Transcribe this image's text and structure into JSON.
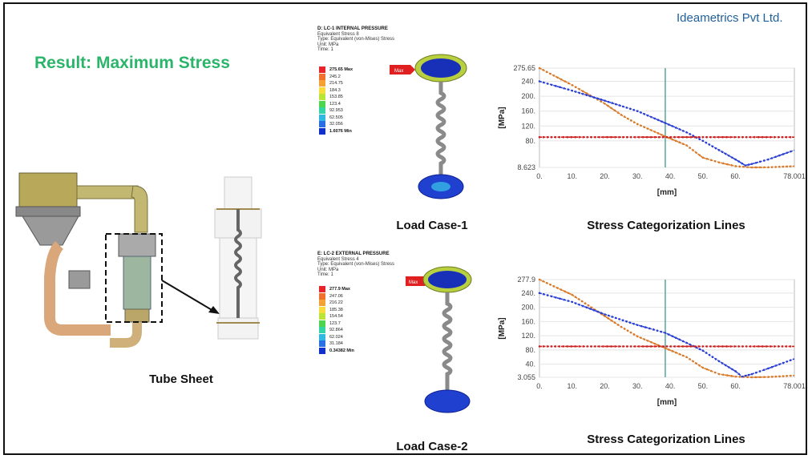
{
  "brand": "Ideametrics Pvt Ltd.",
  "title": "Result: Maximum Stress",
  "captions": {
    "tube_sheet": "Tube Sheet",
    "lc1": "Load Case-1",
    "lc2": "Load Case-2",
    "scl1": "Stress Categorization Lines",
    "scl2": "Stress Categorization Lines"
  },
  "lc1_panel": {
    "header": "D: LC-1  INTERNAL PRESSURE",
    "sub1": "Equivalent Stress 8",
    "sub2": "Type: Equivalent (von-Mises) Stress",
    "unit": "Unit: MPa",
    "time": "Time: 1",
    "max_tag": "Max",
    "legend": [
      "275.65 Max",
      "245.2",
      "214.75",
      "184.3",
      "153.85",
      "123.4",
      "92.953",
      "62.505",
      "32.056",
      "1.6076 Min"
    ]
  },
  "lc2_panel": {
    "header": "E: LC-2 EXTERNAL PRESSURE",
    "sub1": "Equivalent Stress 4",
    "sub2": "Type: Equivalent (von-Mises) Stress",
    "unit": "Unit: MPa",
    "time": "Time: 1",
    "max_tag": "Max",
    "legend": [
      "277.9 Max",
      "247.06",
      "216.22",
      "185.38",
      "154.54",
      "123.7",
      "92.864",
      "62.024",
      "31.184",
      "0.34382 Min"
    ]
  },
  "legend_colors": [
    "#e8232b",
    "#f0702e",
    "#f3a233",
    "#f7dc3b",
    "#b8e43c",
    "#4fd44f",
    "#33d4a6",
    "#2fb9e2",
    "#2a6fe3",
    "#1230cc"
  ],
  "chart_data": [
    {
      "type": "line",
      "xlabel": "[mm]",
      "ylabel": "[MPa]",
      "xlim": [
        0,
        78.001
      ],
      "ylim": [
        8.623,
        275.65
      ],
      "xticks": [
        "0.",
        "10.",
        "20.",
        "30.",
        "40.",
        "50.",
        "60.",
        "78.001"
      ],
      "xtick_values": [
        0,
        10,
        20,
        30,
        40,
        50,
        60,
        78.001
      ],
      "yticks": [
        "275.65",
        "240.",
        "200.",
        "160.",
        "120.",
        "80.",
        "8.623"
      ],
      "ytick_values": [
        275.65,
        240,
        200,
        160,
        120,
        80,
        8.623
      ],
      "marker_x": 38.5,
      "series": [
        {
          "color": "#d97a2a",
          "x": [
            0,
            10,
            20,
            25,
            30,
            38.5,
            45,
            50,
            55,
            60,
            65,
            70,
            78
          ],
          "y": [
            275.65,
            230,
            180,
            150,
            125,
            92,
            68,
            35,
            22,
            12,
            8.6,
            9,
            12
          ]
        },
        {
          "color": "#2a3fd4",
          "x": [
            0,
            10,
            20,
            30,
            38.5,
            45,
            50,
            55,
            60,
            63,
            65,
            70,
            78
          ],
          "y": [
            240,
            215,
            188,
            160,
            128,
            103,
            80,
            55,
            30,
            14,
            18,
            30,
            55
          ]
        },
        {
          "color": "#cc2020",
          "x": [
            0,
            78
          ],
          "y": [
            90,
            90
          ]
        }
      ]
    },
    {
      "type": "line",
      "xlabel": "[mm]",
      "ylabel": "[MPa]",
      "xlim": [
        0,
        78.001
      ],
      "ylim": [
        3.055,
        277.9
      ],
      "xticks": [
        "0.",
        "10.",
        "20.",
        "30.",
        "40.",
        "50.",
        "60.",
        "78.001"
      ],
      "xtick_values": [
        0,
        10,
        20,
        30,
        40,
        50,
        60,
        78.001
      ],
      "yticks": [
        "277.9",
        "240.",
        "200.",
        "160.",
        "120.",
        "80.",
        "40.",
        "3.055"
      ],
      "ytick_values": [
        277.9,
        240,
        200,
        160,
        120,
        80,
        40,
        3.055
      ],
      "marker_x": 38.5,
      "series": [
        {
          "color": "#d97a2a",
          "x": [
            0,
            10,
            20,
            25,
            30,
            38.5,
            45,
            50,
            55,
            60,
            65,
            70,
            78
          ],
          "y": [
            277.9,
            235,
            175,
            145,
            118,
            85,
            60,
            30,
            12,
            5,
            3.1,
            4,
            8
          ]
        },
        {
          "color": "#2a3fd4",
          "x": [
            0,
            10,
            20,
            30,
            38.5,
            45,
            50,
            55,
            60,
            62,
            65,
            70,
            78
          ],
          "y": [
            240,
            215,
            180,
            150,
            128,
            100,
            78,
            48,
            20,
            5,
            12,
            28,
            55
          ]
        },
        {
          "color": "#cc2020",
          "x": [
            0,
            78
          ],
          "y": [
            90,
            90
          ]
        }
      ]
    }
  ]
}
